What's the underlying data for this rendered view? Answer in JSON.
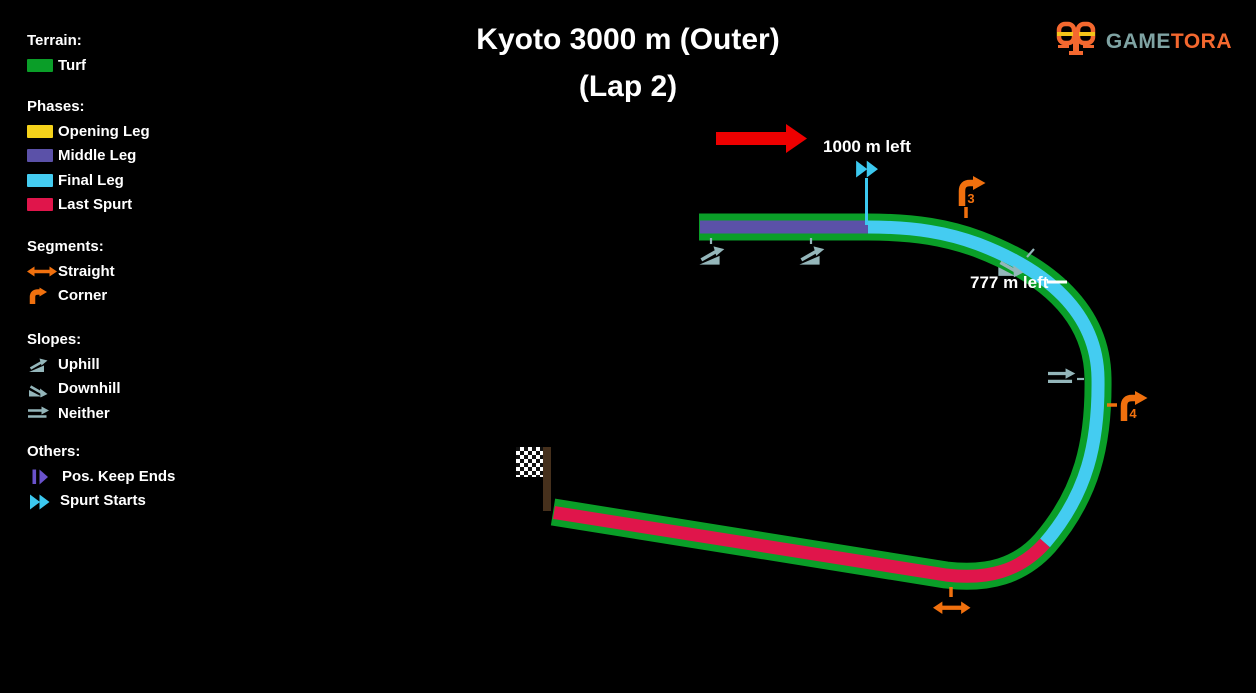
{
  "title": {
    "line1": "Kyoto 3000 m (Outer)",
    "line2": "(Lap 2)"
  },
  "logo": {
    "text_game": "GAME",
    "text_tora": "TORA"
  },
  "colors": {
    "turf": "#0a9e28",
    "opening_leg": "#f5d21a",
    "middle_leg": "#5b51a8",
    "final_leg": "#44ccf1",
    "last_spurt": "#e0154b",
    "segment_orange": "#f0700e",
    "slope_icon": "#94b6ba",
    "pos_keep": "#6a52cc",
    "spurt_start": "#3cc9f0",
    "direction_arrow": "#ee0000",
    "logo_game": "#7fa3a3",
    "logo_tora": "#f4682f",
    "logo_stripe": "#f5c518",
    "flag_pole": "#46301c"
  },
  "legend": {
    "terrain": {
      "heading": "Terrain:",
      "items": [
        {
          "label": "Turf"
        }
      ]
    },
    "phases": {
      "heading": "Phases:",
      "items": [
        {
          "label": "Opening Leg"
        },
        {
          "label": "Middle Leg"
        },
        {
          "label": "Final Leg"
        },
        {
          "label": "Last Spurt"
        }
      ]
    },
    "segments": {
      "heading": "Segments:",
      "items": [
        {
          "label": "Straight"
        },
        {
          "label": "Corner"
        }
      ]
    },
    "slopes": {
      "heading": "Slopes:",
      "items": [
        {
          "label": "Uphill"
        },
        {
          "label": "Downhill"
        },
        {
          "label": "Neither"
        }
      ]
    },
    "others": {
      "heading": "Others:",
      "items": [
        {
          "label": "Pos. Keep Ends"
        },
        {
          "label": "Spurt Starts"
        }
      ]
    }
  },
  "map": {
    "markers": {
      "spurt_start_label": "1000 m left",
      "downhill_label": "777 m left",
      "corner3": "3",
      "corner4": "4"
    }
  }
}
